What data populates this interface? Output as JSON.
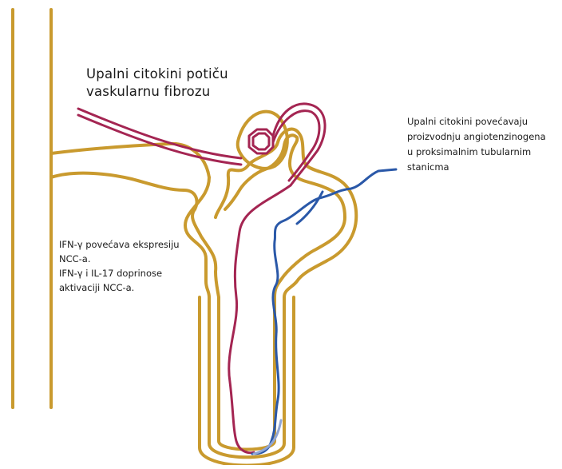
{
  "annotations": {
    "vascular_fibrosis": "Upalni citokini potiču\nvaskularnu fibrozu",
    "angiotensinogen": "Upalni citokini povećavaju\nproizvodnju angiotenzinogena\nu proksimalnim tubularnim\nstanicma",
    "ncc": "IFN-γ povećava ekspresiju\nNCC-a.\nIFN-γ i IL-17 doprinose\naktivaciji NCC-a."
  },
  "colors": {
    "tubule": "#c99a2e",
    "artery": "#a42552",
    "vein": "#2a58a8",
    "vein_light": "#8fa6d6"
  }
}
